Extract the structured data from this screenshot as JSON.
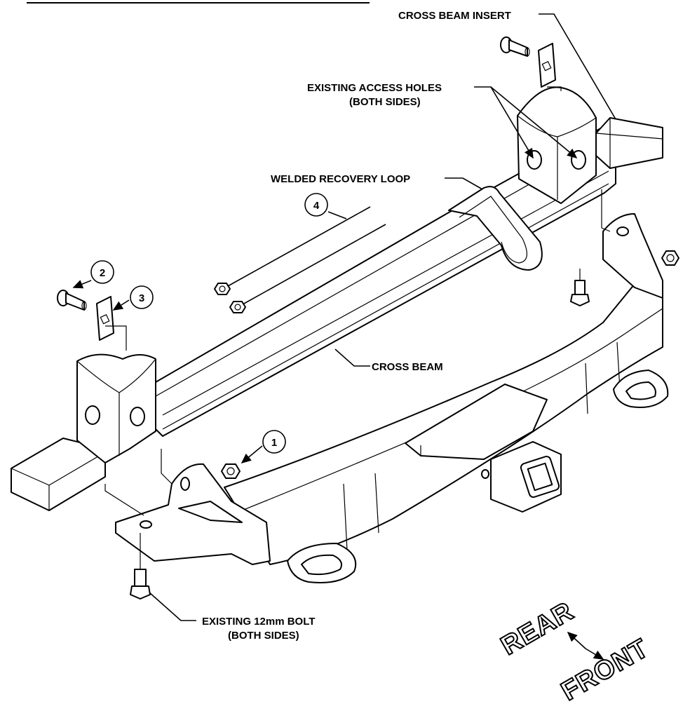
{
  "labels": {
    "cross_beam_insert": "CROSS BEAM INSERT",
    "access_holes_1": "EXISTING ACCESS HOLES",
    "access_holes_2": "(BOTH SIDES)",
    "recovery_loop": "WELDED RECOVERY LOOP",
    "cross_beam": "CROSS BEAM",
    "bolt_1": "EXISTING 12mm BOLT",
    "bolt_2": "(BOTH SIDES)"
  },
  "callouts": [
    "1",
    "2",
    "3",
    "4"
  ],
  "direction": {
    "rear": "REAR",
    "front": "FRONT"
  }
}
